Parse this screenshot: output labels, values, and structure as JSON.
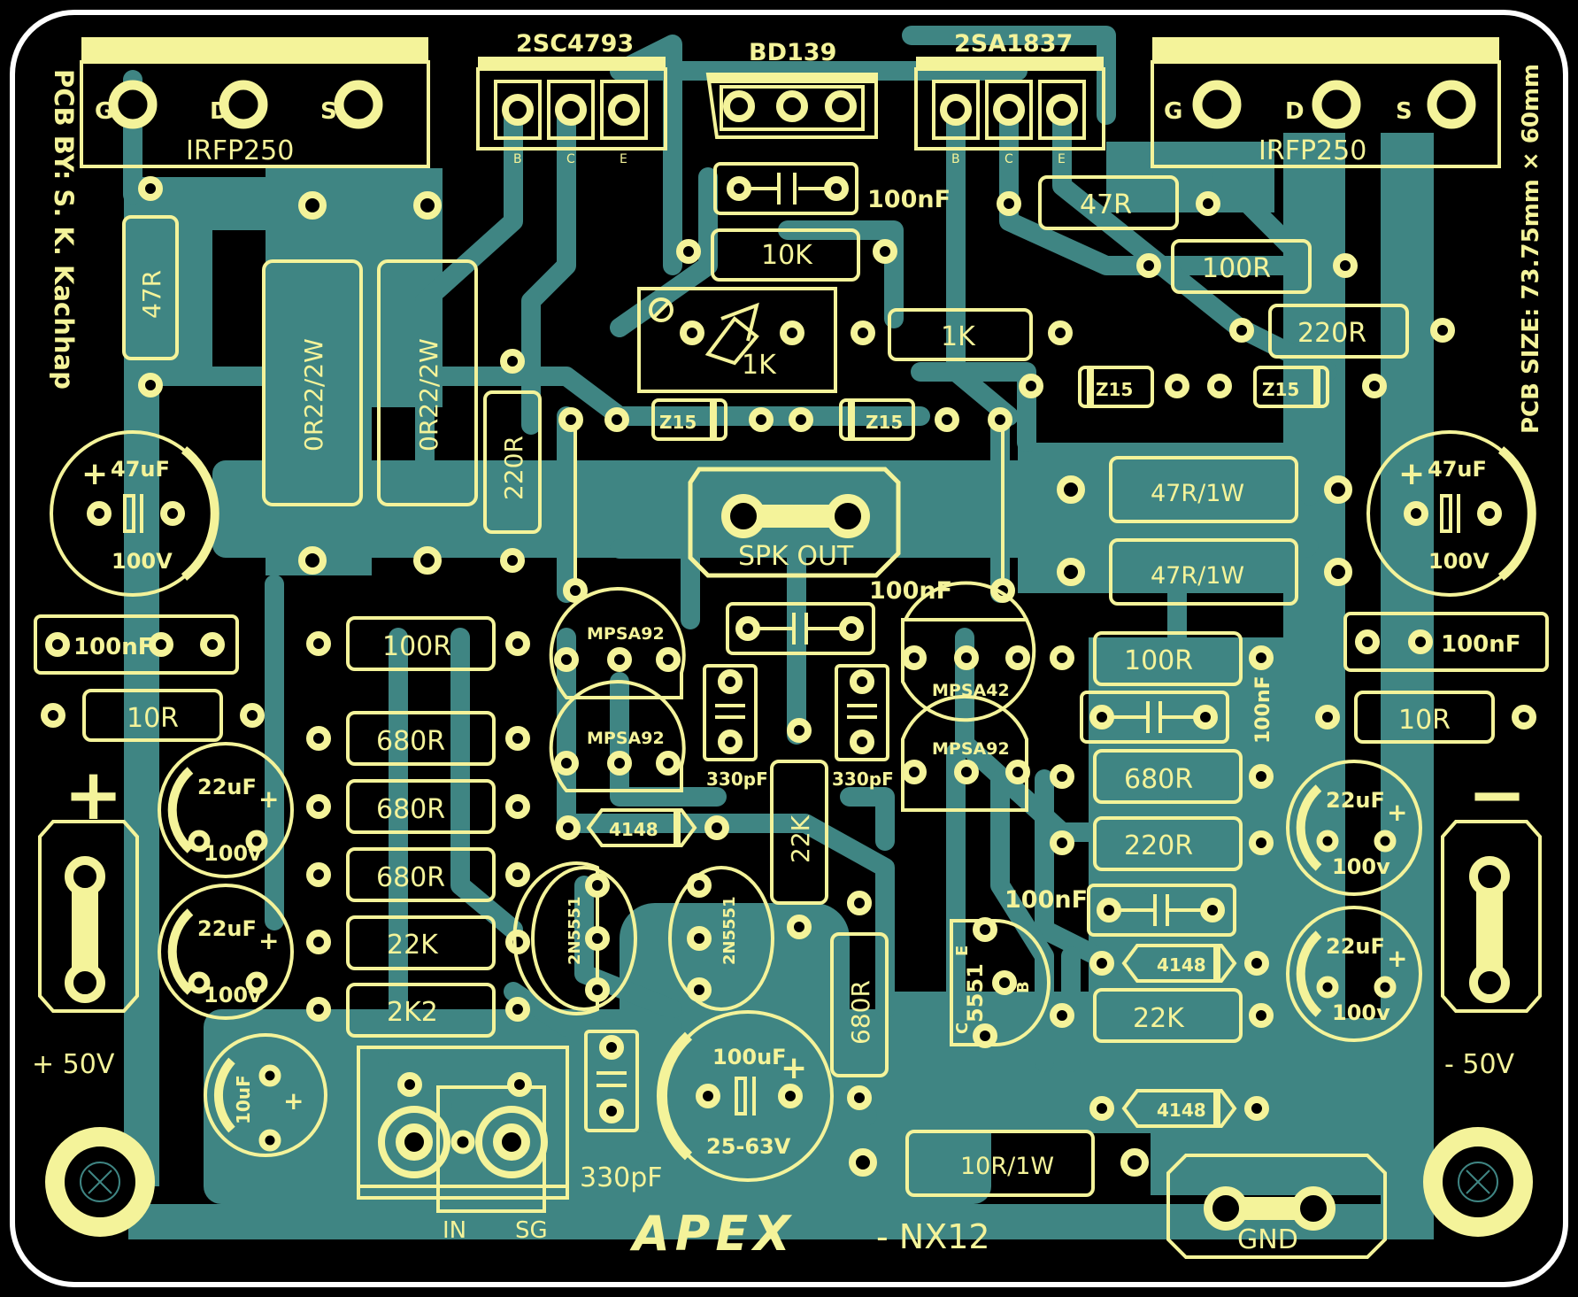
{
  "colors": {
    "background": "#000000",
    "copper": "#3f8583",
    "silk": "#f4f39a",
    "border": "#ffffff"
  },
  "header": {
    "credit": "PCB BY: S. K. Kachhap",
    "size": "PCB SIZE: 73.75mm × 60mm"
  },
  "transistors_top": {
    "q_left": {
      "part": "IRFP250",
      "pins": [
        "G",
        "D",
        "S"
      ]
    },
    "q_right": {
      "part": "IRFP250",
      "pins": [
        "G",
        "D",
        "S"
      ]
    },
    "q1": {
      "part": "2SC4793",
      "pins": [
        "B",
        "C",
        "E"
      ]
    },
    "q2": {
      "part": "BD139"
    },
    "q3": {
      "part": "2SA1837",
      "pins": [
        "B",
        "C",
        "E"
      ]
    }
  },
  "resistors": {
    "r47_left": "47R",
    "r_sense1": "0R22/2W",
    "r_sense2": "0R22/2W",
    "r220_left": "220R",
    "r10k": "10K",
    "r1k": "1K",
    "trim": "1K",
    "r47_right": "47R",
    "r100_right_top": "100R",
    "r220_right_top": "220R",
    "r47r1w_a": "47R/1W",
    "r47r1w_b": "47R/1W",
    "r100_left": "100R",
    "r10_left": "10R",
    "r680_a": "680R",
    "r680_b": "680R",
    "r680_c": "680R",
    "r22k_left": "22K",
    "r2k2": "2K2",
    "r22k_mid": "22K",
    "r680_mid": "680R",
    "r100_right": "100R",
    "r10_right": "10R",
    "r680_right": "680R",
    "r220_right": "220R",
    "r22k_right": "22K",
    "r10r1w": "10R/1W"
  },
  "capacitors": {
    "c100nf_top": "100nF",
    "c47uf_left": [
      "47uF",
      "100V"
    ],
    "c47uf_right": [
      "47uF",
      "100V"
    ],
    "c100nf_left": "100nF",
    "c100nf_right": "100nF",
    "c100nf_mid": "100nF",
    "c100nf_vert": "100nF",
    "c330_a": "330pF",
    "c330_b": "330pF",
    "c22uf_l1": [
      "22uF",
      "100v"
    ],
    "c22uf_l2": [
      "22uF",
      "100v"
    ],
    "c22uf_r1": [
      "22uF",
      "100v"
    ],
    "c22uf_r2": [
      "22uF",
      "100v"
    ],
    "c100nf_low": "100nF",
    "c10uf": "10uF",
    "c100uf": [
      "100uF",
      "25-63V"
    ],
    "c330_bottom": "330pF"
  },
  "zeners": [
    "Z15",
    "Z15",
    "Z15",
    "Z15"
  ],
  "diodes": [
    "4148",
    "4148",
    "4148"
  ],
  "small_transistors": {
    "t1": "MPSA92",
    "t2": "MPSA92",
    "t3": "MPSA42",
    "t4": "MPSA92",
    "t5": "2N5551",
    "t6": "2N5551",
    "t7": "5551",
    "t7_pins": [
      "E",
      "B",
      "C"
    ]
  },
  "connectors": {
    "spk": "SPK OUT",
    "pos_supply": "+ 50V",
    "neg_supply": "- 50V",
    "pos_sign": "+",
    "neg_sign": "−",
    "gnd": "GND",
    "in": "IN",
    "sg": "SG"
  },
  "brand": {
    "logo": "APEX",
    "model": "- NX12"
  }
}
